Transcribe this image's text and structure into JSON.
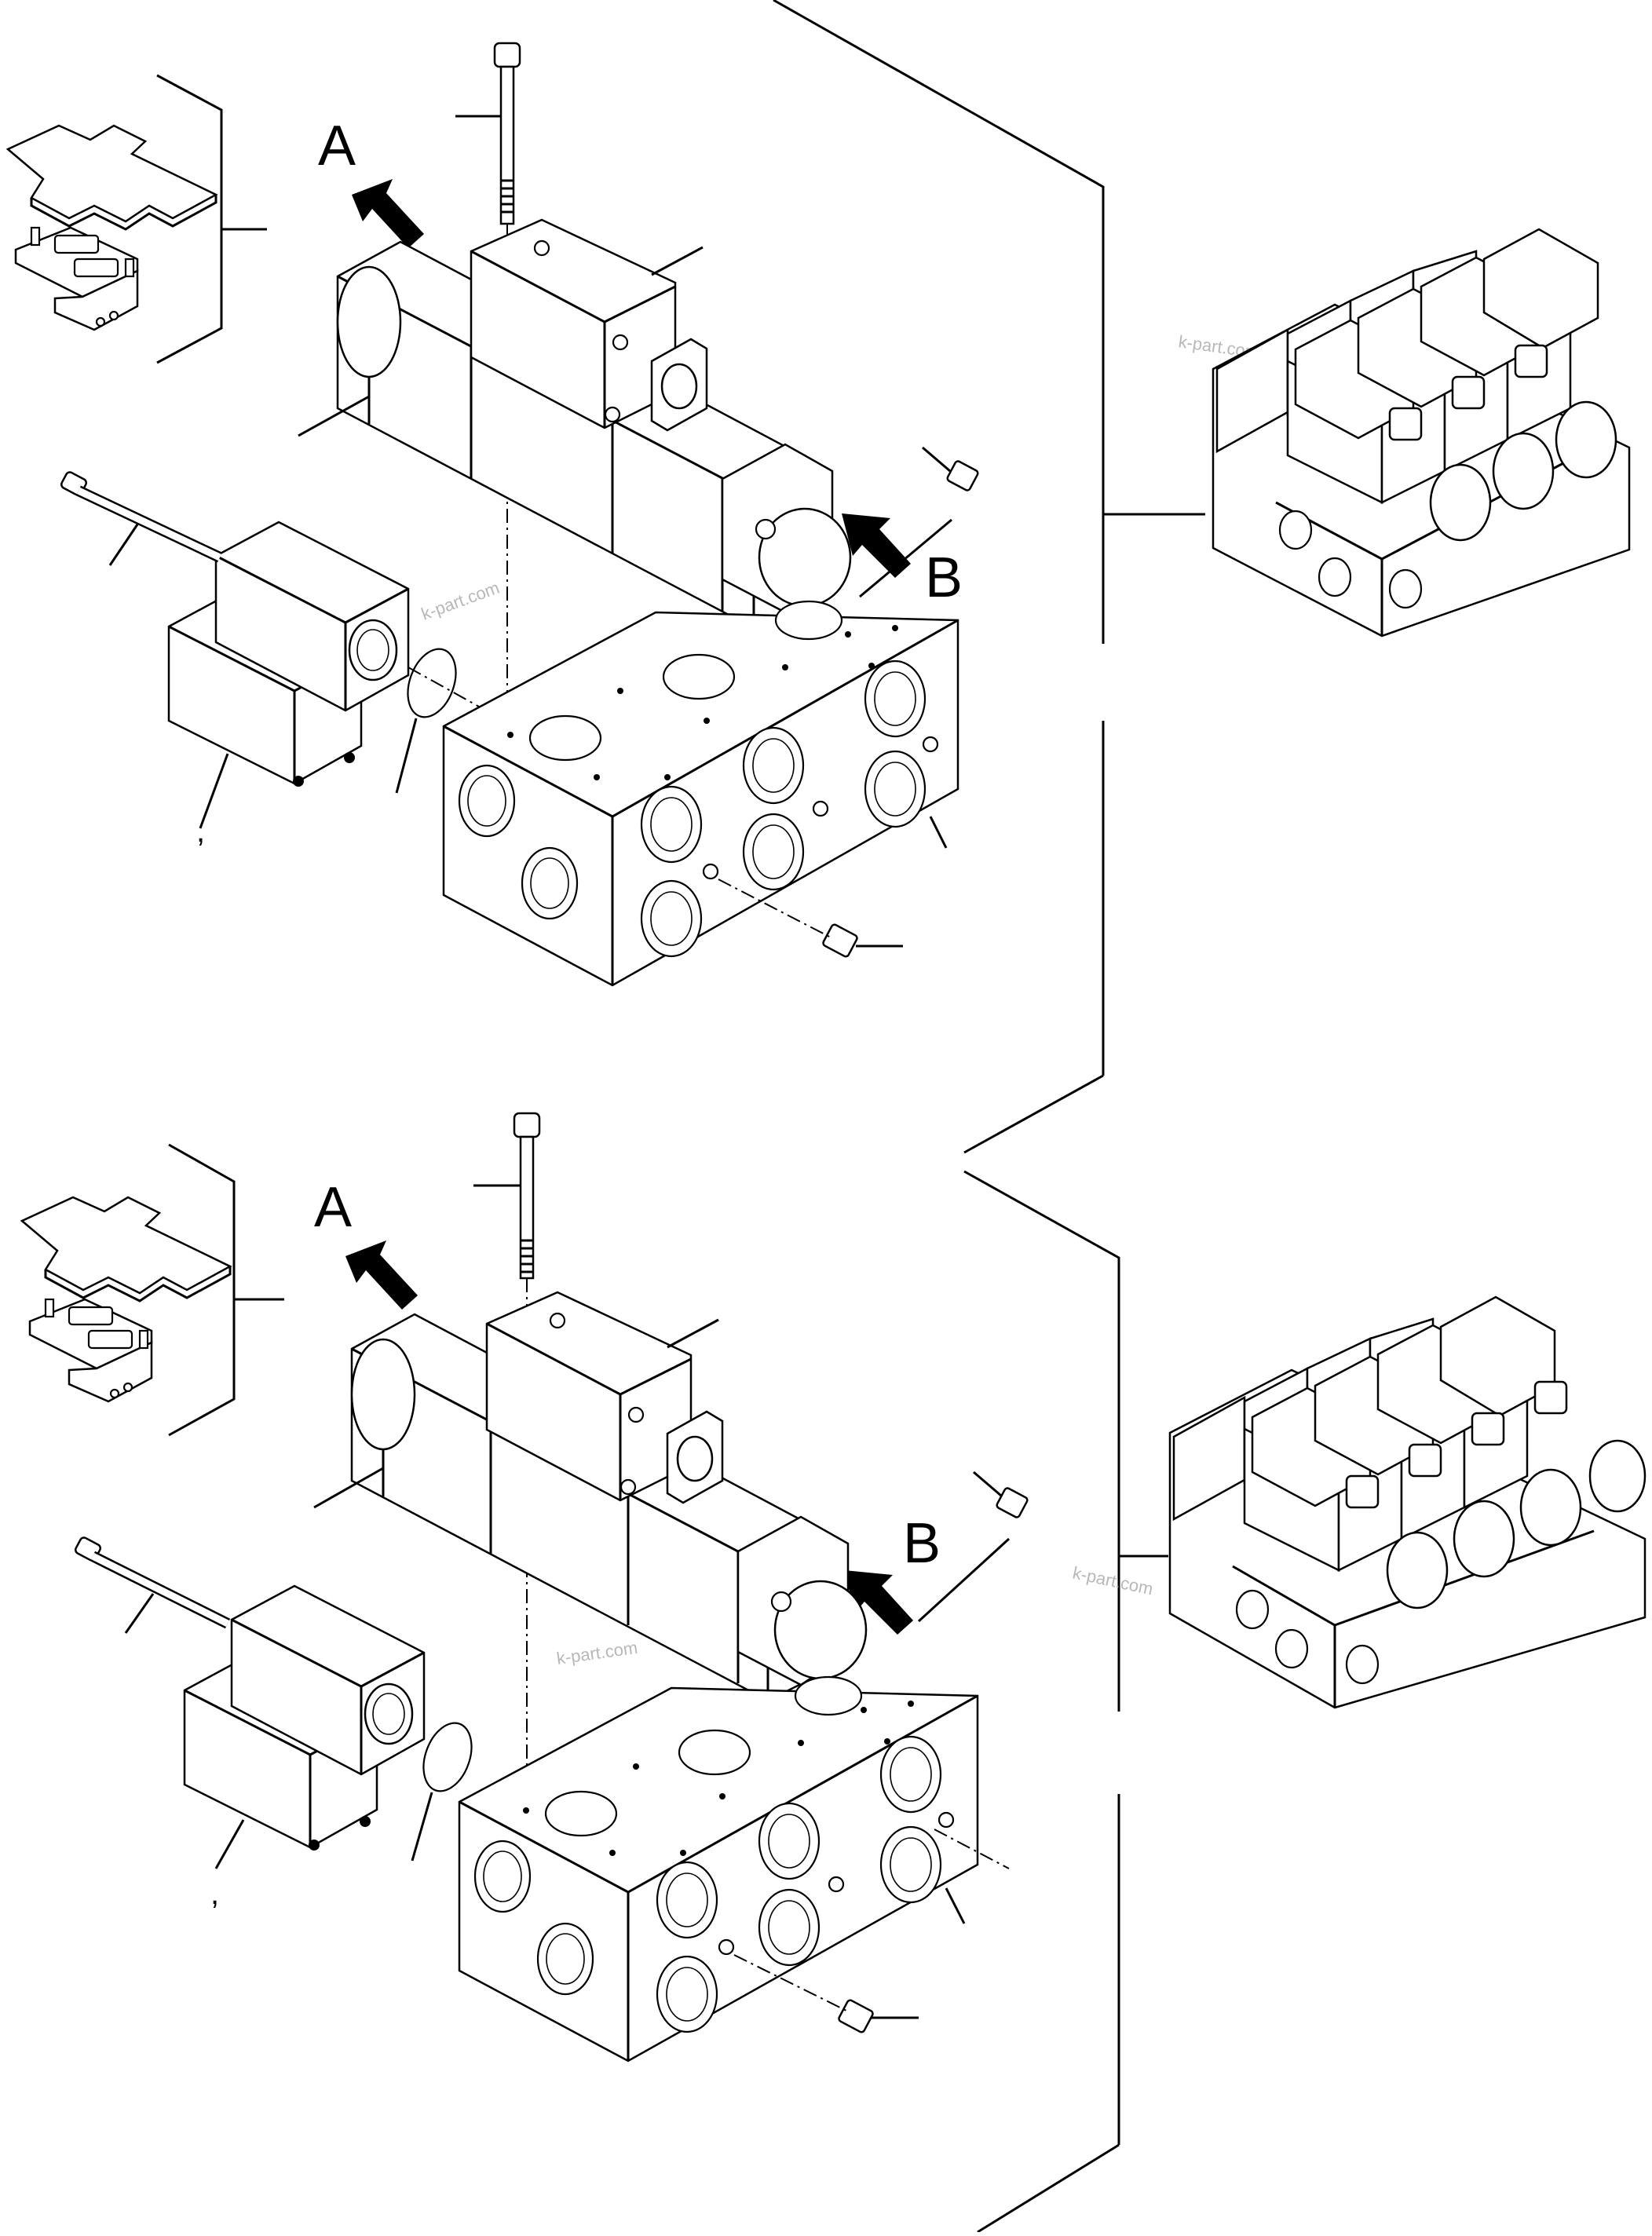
{
  "labels": {
    "top_a": "A",
    "top_b": "B",
    "bottom_a": "A",
    "bottom_b": "B",
    "top_comma": ",",
    "bottom_comma": ","
  },
  "watermarks": [
    "k-part.com",
    "k-part.com",
    "k-part.com",
    "k-part.com"
  ],
  "icons": {
    "arrow": "arrow-icon",
    "bolt": "bolt-icon",
    "plug": "plug-icon",
    "o_ring": "o-ring-icon"
  }
}
